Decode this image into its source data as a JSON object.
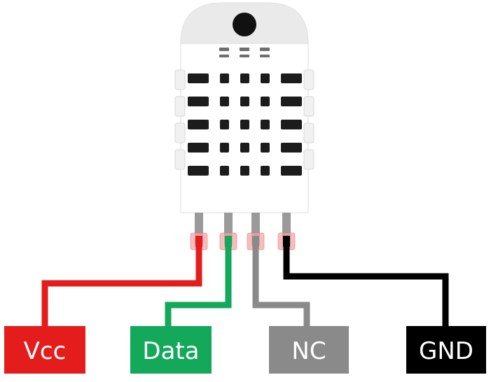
{
  "colors": {
    "background": "#ffffff",
    "sensor_body": "#ffffff",
    "sensor_top": "#eaeaea",
    "sensor_edge": "#d6d6d6",
    "vent_slot": "#1c1c1c",
    "pin_metal": "#9a9a9a",
    "pin_highlight": "#f2a7a7",
    "vcc": "#e51c1c",
    "data": "#13a85a",
    "nc": "#8a8a8a",
    "gnd": "#000000",
    "label_text": "#ffffff"
  },
  "pins": [
    {
      "id": "vcc",
      "label": "Vcc",
      "color_key": "vcc"
    },
    {
      "id": "data",
      "label": "Data",
      "color_key": "data"
    },
    {
      "id": "nc",
      "label": "NC",
      "color_key": "nc"
    },
    {
      "id": "gnd",
      "label": "GND",
      "color_key": "gnd"
    }
  ]
}
